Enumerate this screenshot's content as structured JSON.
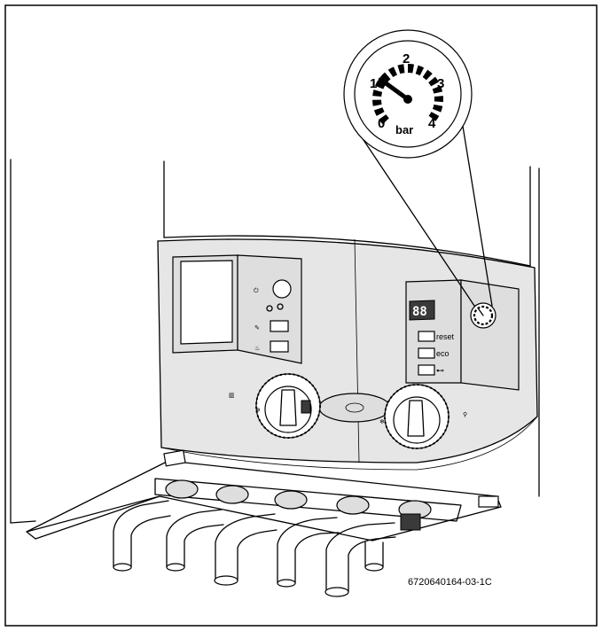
{
  "gauge": {
    "unit": "bar",
    "scale": [
      "0",
      "1",
      "2",
      "3",
      "4"
    ],
    "pressure_bar": 1.2
  },
  "control_panel": {
    "display_digits": "88",
    "buttons": [
      "reset",
      "eco"
    ]
  },
  "figure_reference": "6720640164-03-1C"
}
